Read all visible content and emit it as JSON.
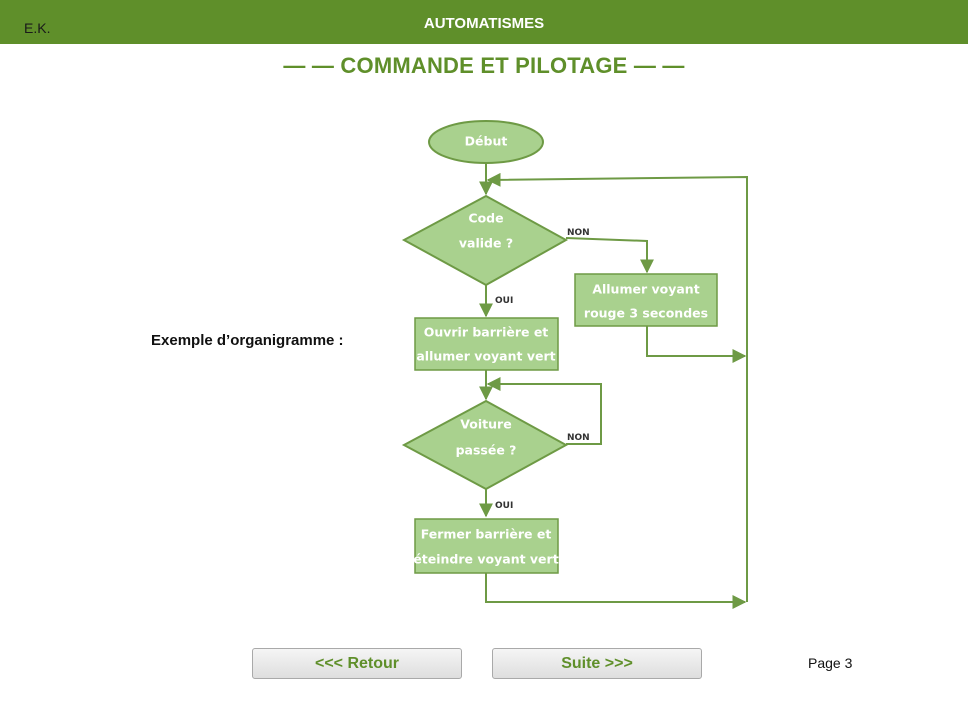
{
  "header": {
    "author": "E.K.",
    "title": "AUTOMATISMES"
  },
  "section_title": "— — COMMANDE ET PILOTAGE — —",
  "example_label": "Exemple d’organigramme :",
  "flowchart": {
    "start": [
      "Début"
    ],
    "decision_code": [
      "Code",
      "valide ?"
    ],
    "action_red": [
      "Allumer voyant",
      "rouge 3 secondes"
    ],
    "action_open": [
      "Ouvrir barrière et",
      "allumer voyant vert"
    ],
    "decision_car": [
      "Voiture",
      "passée ?"
    ],
    "action_close": [
      "Fermer barrière et",
      "éteindre voyant vert"
    ],
    "label_no_1": "NON",
    "label_yes_1": "OUI",
    "label_no_2": "NON",
    "label_yes_2": "OUI",
    "colors": {
      "fill": "#a9d18e",
      "stroke": "#6e9a45"
    }
  },
  "nav": {
    "back_label": "<<< Retour",
    "next_label": "Suite >>>"
  },
  "page_label": "Page 3",
  "colors": {
    "header": "#5f8f2a",
    "accent": "#5f8f2a"
  }
}
